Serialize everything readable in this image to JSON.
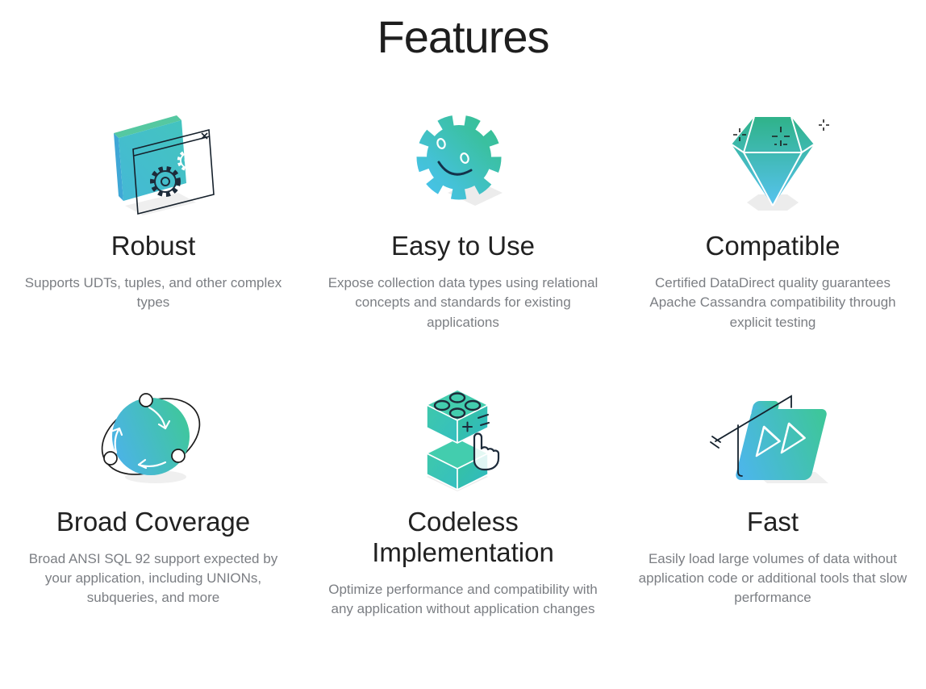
{
  "page": {
    "title": "Features"
  },
  "colors": {
    "heading": "#1e1e1e",
    "body_text": "#7b7e83",
    "accent_teal": "#43bccd",
    "accent_green": "#3cc39a",
    "accent_blue": "#4ab7ea",
    "dark_outline": "#1d2b3a",
    "shadow": "#ececec"
  },
  "features": [
    {
      "title": "Robust",
      "description": "Supports UDTs, tuples, and other complex types",
      "icon": "window-gears-icon"
    },
    {
      "title": "Easy to Use",
      "description": "Expose collection data types using relational concepts and standards for existing applications",
      "icon": "smiley-gear-icon"
    },
    {
      "title": "Compatible",
      "description": "Certified DataDirect quality guarantees Apache Cassandra compatibility through explicit testing",
      "icon": "diamond-icon"
    },
    {
      "title": "Broad Coverage",
      "description": "Broad ANSI SQL 92 support expected by your application, including UNIONs, subqueries, and more",
      "icon": "globe-sync-icon"
    },
    {
      "title": "Codeless Implementation",
      "description": "Optimize performance and compatibility with any application without application changes",
      "icon": "building-blocks-click-icon"
    },
    {
      "title": "Fast",
      "description": "Easily load large volumes of data without application code or additional tools that slow performance",
      "icon": "folder-fast-forward-icon"
    }
  ]
}
